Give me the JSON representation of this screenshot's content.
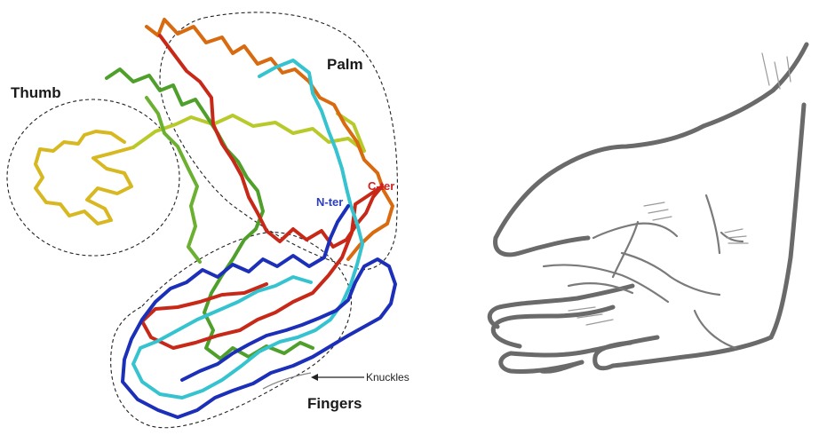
{
  "protein_panel": {
    "labels": {
      "thumb": "Thumb",
      "palm": "Palm",
      "fingers": "Fingers",
      "knuckles": "Knuckles",
      "n_ter": "N-ter",
      "c_ter": "C-ter"
    },
    "colors": {
      "n_ter": "#2b3fc4",
      "c_ter": "#d42020",
      "blue": "#1c2fb8",
      "cyan": "#35c4cf",
      "green": "#4fa02a",
      "yellow_green": "#b8c92a",
      "yellow": "#d8b820",
      "orange": "#d86a10",
      "red": "#c82818"
    }
  },
  "hand_panel": {
    "image": "hand-sketch"
  }
}
